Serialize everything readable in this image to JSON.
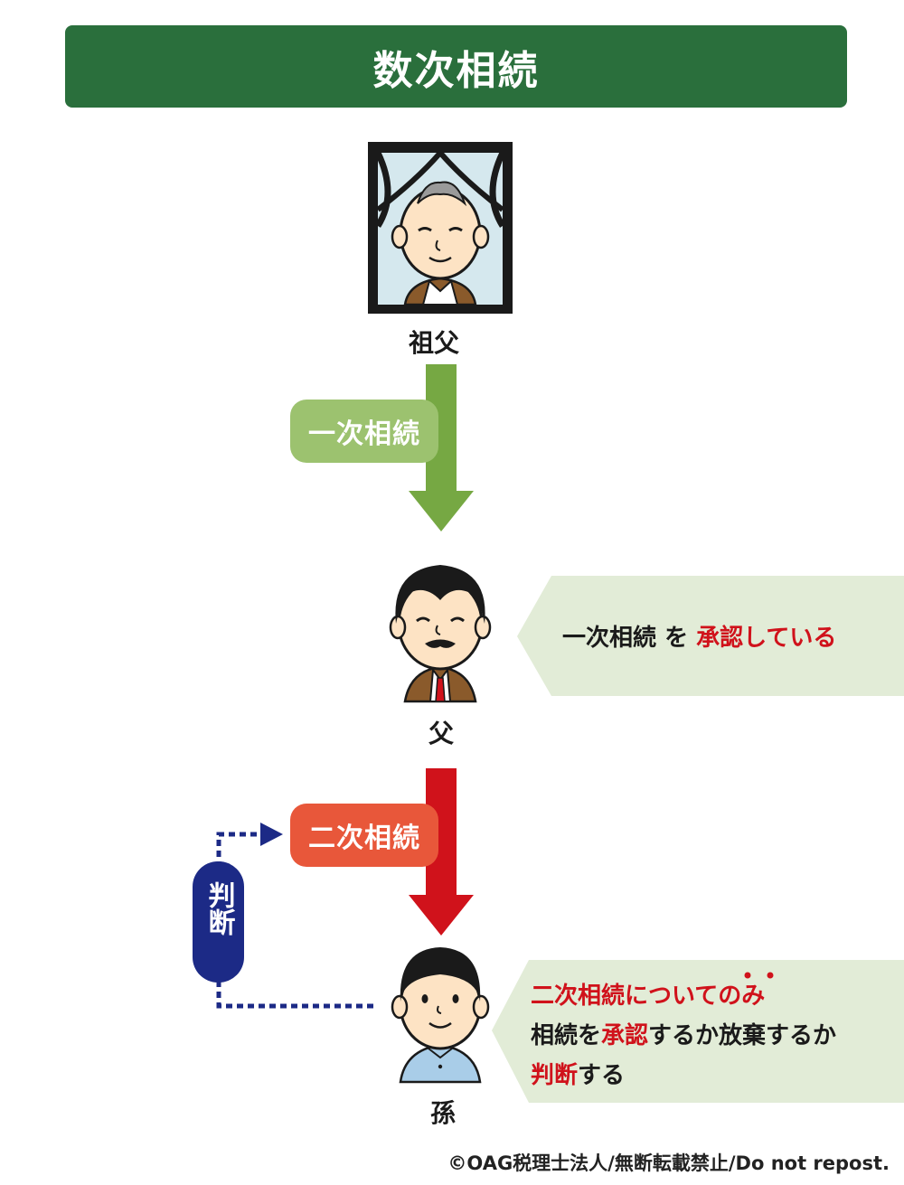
{
  "title": "数次相続",
  "people": {
    "grandfather": "祖父",
    "father": "父",
    "grandchild": "孫"
  },
  "steps": {
    "first": "一次相続",
    "second": "二次相続",
    "judge": "判断"
  },
  "callout_father": {
    "part1": "一次相続",
    "part2": "を",
    "part3": "承認している"
  },
  "callout_grandchild": {
    "line1": "二次相続についてのみ",
    "line2_a": "相続を",
    "line2_b": "承認",
    "line2_c": "するか放棄するか",
    "line3_a": "判断",
    "line3_b": "する"
  },
  "copyright": "©OAG税理士法人/無断転載禁止/Do not repost.",
  "colors": {
    "title_bg": "#2a6f3c",
    "first_arrow": "#76a843",
    "first_pill": "#9cc26f",
    "second_arrow": "#d0121b",
    "second_pill": "#e8573a",
    "judge": "#1c2a86",
    "callout_bg": "#e2ecd7",
    "emphasis": "#d0121b"
  }
}
